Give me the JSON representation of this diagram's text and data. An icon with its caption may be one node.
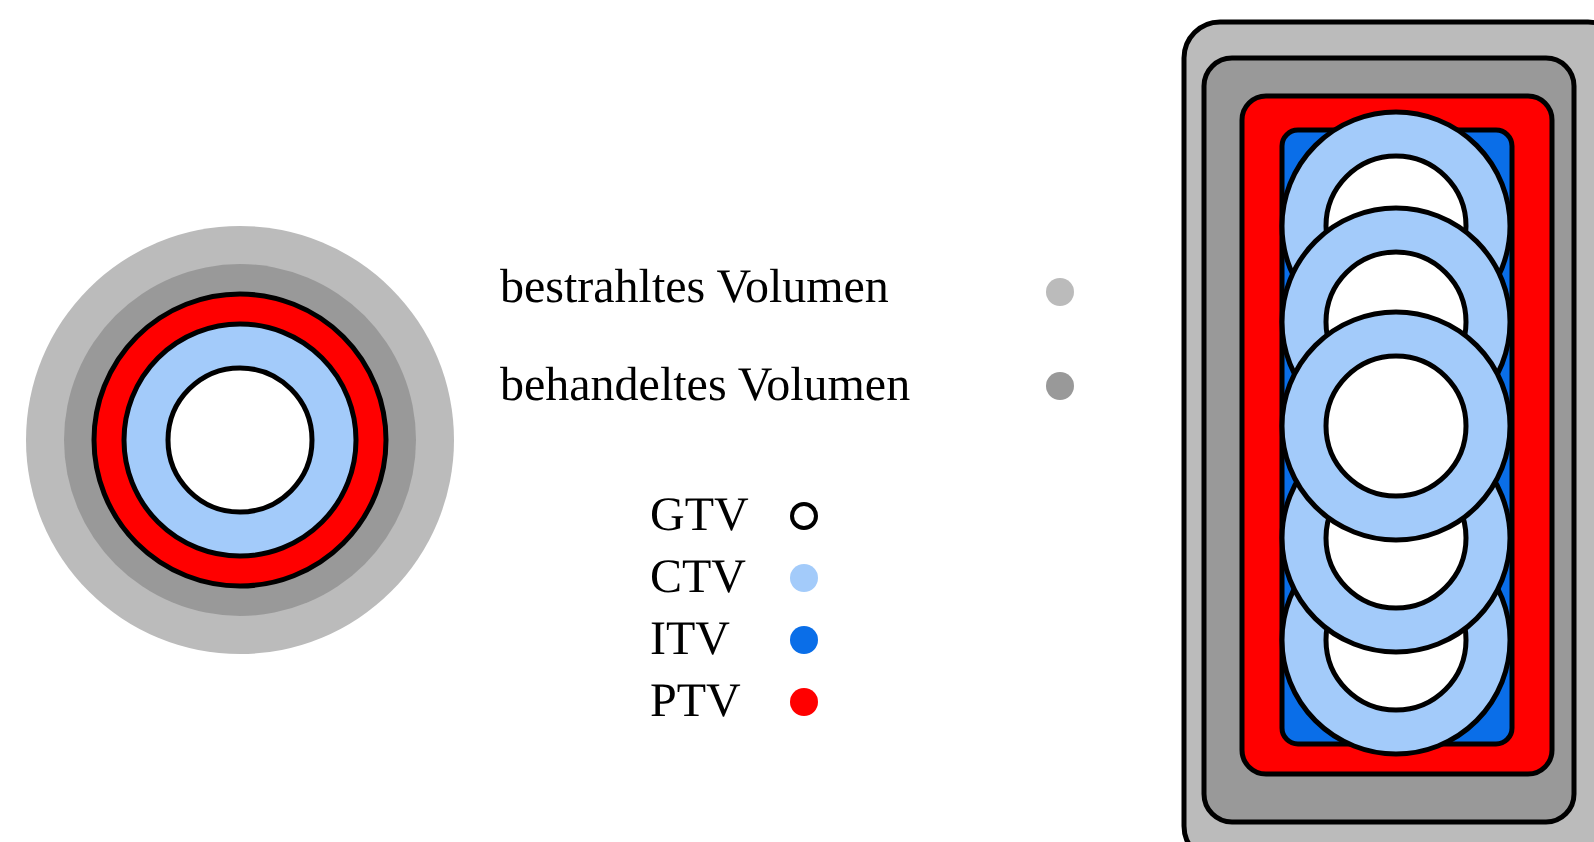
{
  "diagram": {
    "legend": [
      {
        "text": "bestrahltes Volumen",
        "color": "#bbbbbb"
      },
      {
        "text": "behandeltes Volumen",
        "color": "#999999"
      },
      {
        "text": "GTV",
        "color": "#ffffff"
      },
      {
        "text": "CTV",
        "color": "#a3cbfa"
      },
      {
        "text": "ITV",
        "color": "#0a6ee8"
      },
      {
        "text": "PTV",
        "color": "#ff0000"
      }
    ]
  }
}
